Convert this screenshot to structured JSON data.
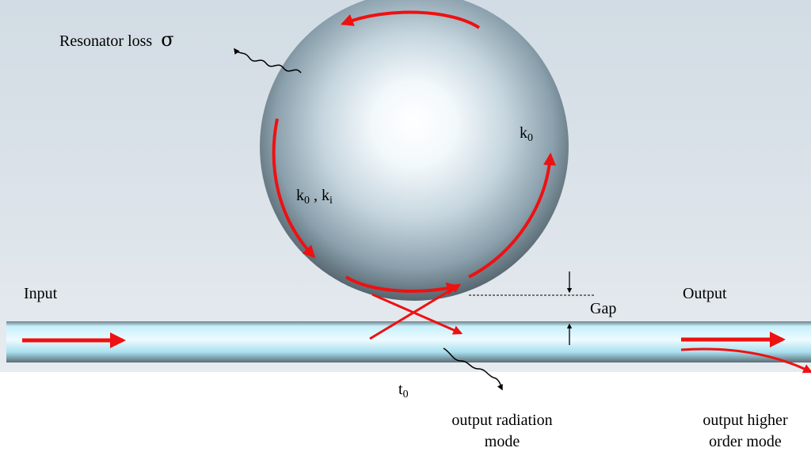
{
  "labels": {
    "resonator_loss": "Resonator loss",
    "sigma": "σ",
    "k0_top": "k",
    "k0_top_sub": "0",
    "k0_left": "k",
    "k0_left_sub": "0",
    "ki_sep": " , ",
    "ki": "k",
    "ki_sub": "i",
    "input": "Input",
    "output": "Output",
    "gap": "Gap",
    "t0": "t",
    "t0_sub": "0",
    "radiation_line1": "output radiation",
    "radiation_line2": "mode",
    "higher_line1": "output higher",
    "higher_line2": "order  mode"
  },
  "colors": {
    "arrow": "#ee1111",
    "background_top": "#d6dfe6",
    "sphere_edge": "#56676f",
    "waveguide": "#b9ebf7"
  }
}
